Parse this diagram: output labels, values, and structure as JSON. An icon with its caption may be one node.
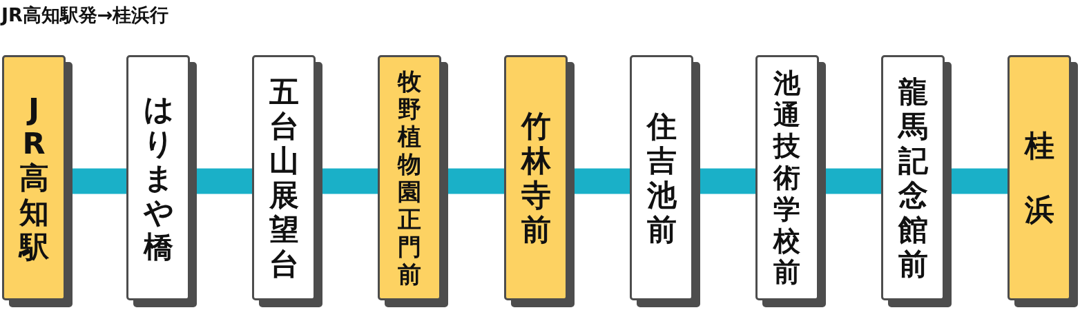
{
  "diagram": {
    "title": "JR高知駅発→桂浜行",
    "nodes": [
      {
        "text": [
          "JR高知駅"
        ]
      },
      {
        "text": [
          "はりまや橋"
        ]
      },
      {
        "text": [
          "五台山展望台"
        ]
      },
      {
        "text": [
          "牧野植物園正門前"
        ]
      },
      {
        "text": [
          "竹林寺前"
        ]
      },
      {
        "text": [
          "住吉池前"
        ]
      },
      {
        "text": [
          "池通技術学校前"
        ]
      },
      {
        "text": [
          "龍馬記念館前"
        ]
      },
      {
        "text": [
          "桂浜"
        ]
      }
    ],
    "edges": [
      {
        "from": 0,
        "to": 1,
        "arrow": "none"
      },
      {
        "from": 1,
        "to": 2,
        "arrow": "none"
      },
      {
        "from": 2,
        "to": 3,
        "arrow": "none"
      },
      {
        "from": 3,
        "to": 4,
        "arrow": "none"
      },
      {
        "from": 4,
        "to": 5,
        "arrow": "none"
      },
      {
        "from": 5,
        "to": 6,
        "arrow": "none"
      },
      {
        "from": 6,
        "to": 7,
        "arrow": "none"
      },
      {
        "from": 7,
        "to": 8,
        "arrow": "none"
      }
    ]
  }
}
